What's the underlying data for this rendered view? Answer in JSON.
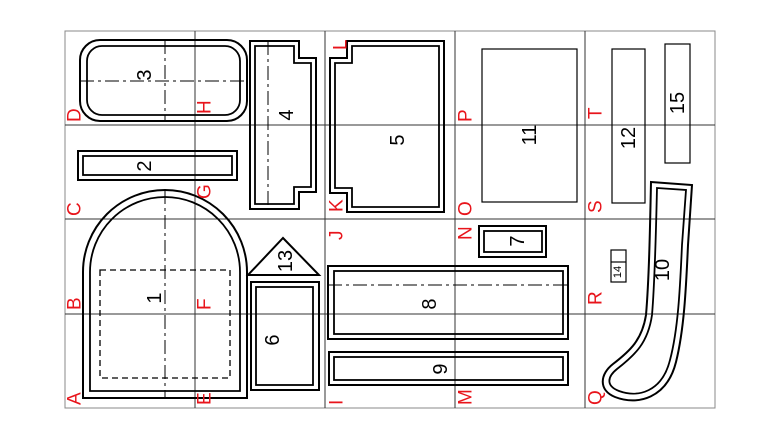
{
  "title": "Pattern layout sheet",
  "accent_color": "#e8141b",
  "grid_letters": {
    "col1": [
      "A",
      "B",
      "C",
      "D"
    ],
    "col2": [
      "E",
      "F",
      "G",
      "H"
    ],
    "col3": [
      "I",
      "J",
      "K",
      "L"
    ],
    "col4": [
      "M",
      "N",
      "O",
      "P"
    ],
    "col5": [
      "Q",
      "R",
      "S",
      "T"
    ]
  },
  "pieces": {
    "p1": "1",
    "p2": "2",
    "p3": "3",
    "p4": "4",
    "p5": "5",
    "p6": "6",
    "p7": "7",
    "p8": "8",
    "p9": "9",
    "p10": "10",
    "p11": "11",
    "p12": "12",
    "p13": "13",
    "p14": "14",
    "p15": "15"
  }
}
